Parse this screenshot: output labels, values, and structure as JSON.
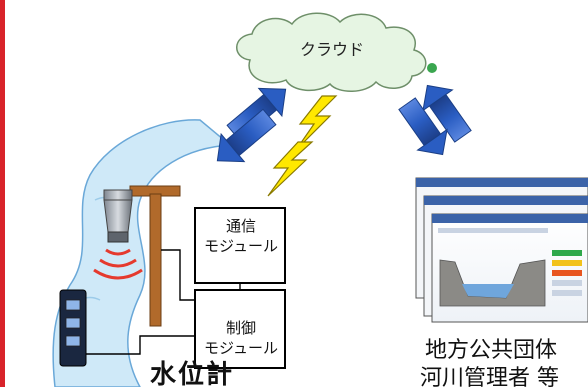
{
  "cloud": {
    "label": "クラウド"
  },
  "communication_module": {
    "line1": "通信",
    "line2": "モジュール"
  },
  "control_module": {
    "line1": "制御",
    "line2": "モジュール"
  },
  "water_level_meter": {
    "label": "水位計"
  },
  "recipients": {
    "line1": "地方公共団体",
    "line2": "河川管理者 等"
  },
  "colors": {
    "frame": "#d8232a",
    "river": "#cfe9f8",
    "cloud_fill": "#e6f5e3",
    "arrow": "#2f63c6",
    "lightning": "#ffe800",
    "pole": "#b16a2b",
    "signal": "#e53a2e"
  }
}
